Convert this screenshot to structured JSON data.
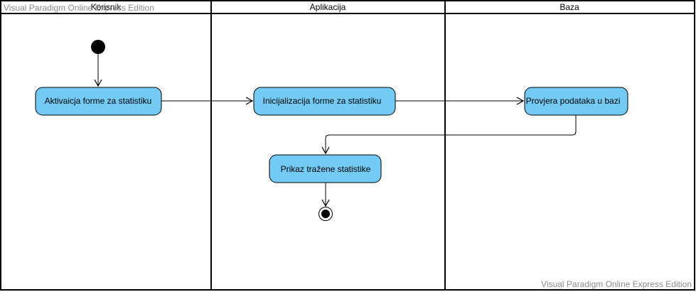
{
  "watermark_top": "Visual Paradigm Online Express Edition",
  "watermark_bottom": "Visual Paradigm Online Express Edition",
  "colors": {
    "action_fill": "#73cbf5",
    "action_stroke": "#000000",
    "lane_border": "#000000",
    "watermark": "#8a8a8a"
  },
  "lanes": [
    {
      "title": "Korisnik"
    },
    {
      "title": "Aplikacija"
    },
    {
      "title": "Baza"
    }
  ],
  "actions": {
    "activate_form": "Aktivaicja forme za statistiku",
    "init_form": "Inicijalizacija forme za statistiku",
    "check_data": "Provjera podataka u bazi",
    "show_stats": "Prikaz tražene statistike"
  },
  "nodes": {
    "initial": "initial-node",
    "final": "activity-final-node"
  }
}
